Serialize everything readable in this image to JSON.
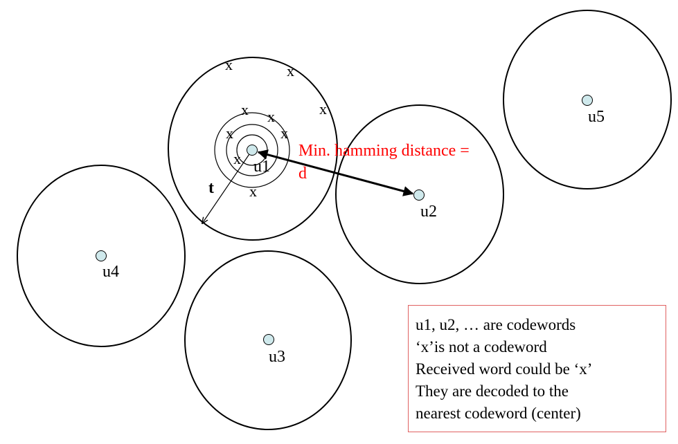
{
  "codewords": [
    {
      "id": "u1",
      "label": "u1"
    },
    {
      "id": "u2",
      "label": "u2"
    },
    {
      "id": "u3",
      "label": "u3"
    },
    {
      "id": "u4",
      "label": "u4"
    },
    {
      "id": "u5",
      "label": "u5"
    }
  ],
  "non_codeword_mark": "x",
  "radius_label": "t",
  "distance_label": {
    "line1": "Min. hamming distance =",
    "line2": "d"
  },
  "legend": {
    "lines": [
      "u1, u2, … are codewords",
      "‘x’is not a codeword",
      "Received word could be ‘x’",
      "They are decoded to the",
      "nearest codeword (center)"
    ]
  },
  "colors": {
    "codeword_dot": "#cfe9ec",
    "annotation_text": "#ff0000",
    "legend_border": "#e06060",
    "stroke": "#000000"
  }
}
